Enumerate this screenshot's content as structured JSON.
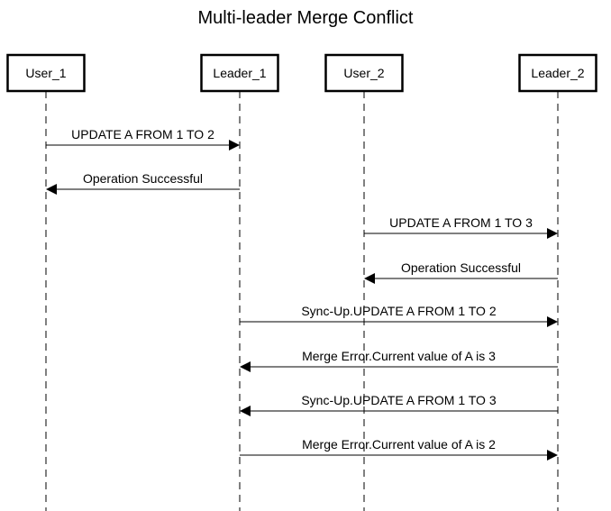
{
  "title": "Multi-leader Merge Conflict",
  "actors": [
    {
      "id": "user1",
      "label": "User_1"
    },
    {
      "id": "leader1",
      "label": "Leader_1"
    },
    {
      "id": "user2",
      "label": "User_2"
    },
    {
      "id": "leader2",
      "label": "Leader_2"
    }
  ],
  "messages": [
    {
      "from": "user1",
      "to": "leader1",
      "label": "UPDATE A FROM 1 TO 2"
    },
    {
      "from": "leader1",
      "to": "user1",
      "label": "Operation Successful"
    },
    {
      "from": "user2",
      "to": "leader2",
      "label": "UPDATE A FROM 1 TO 3"
    },
    {
      "from": "leader2",
      "to": "user2",
      "label": "Operation Successful"
    },
    {
      "from": "leader1",
      "to": "leader2",
      "label": "Sync-Up.UPDATE A FROM 1 TO 2"
    },
    {
      "from": "leader2",
      "to": "leader1",
      "label": "Merge Error.Current value of A is 3"
    },
    {
      "from": "leader2",
      "to": "leader1",
      "label": "Sync-Up.UPDATE A FROM 1 TO 3"
    },
    {
      "from": "leader1",
      "to": "leader2",
      "label": "Merge Error.Current value of A is 2"
    }
  ]
}
